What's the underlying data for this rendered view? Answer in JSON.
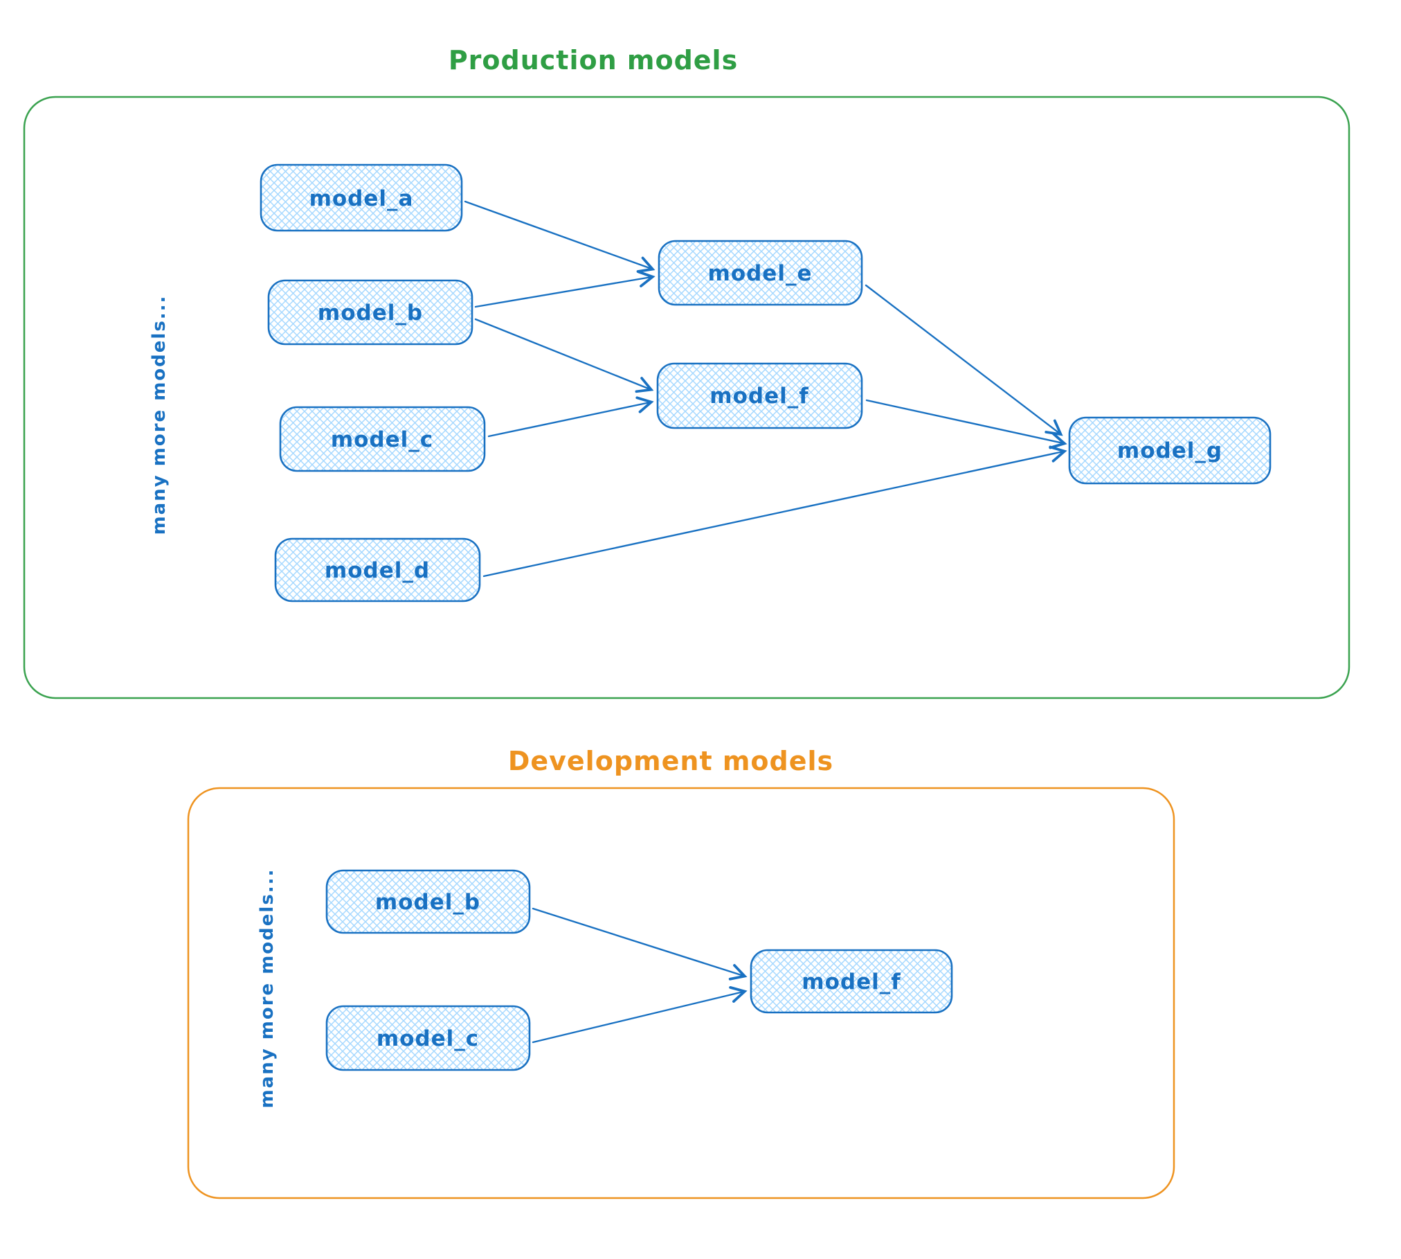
{
  "diagram": {
    "style": "hand-drawn-whiteboard",
    "node_style": {
      "stroke_color": "#1971c2",
      "fill_color": "#a5d8ff",
      "fill_style": "cross-hatch",
      "label_color": "#1971c2"
    },
    "sections": {
      "production": {
        "title": "Production models",
        "accent_color": "#2f9e44",
        "side_note": "many more models...",
        "nodes": [
          {
            "id": "model_a",
            "label": "model_a"
          },
          {
            "id": "model_b",
            "label": "model_b"
          },
          {
            "id": "model_c",
            "label": "model_c"
          },
          {
            "id": "model_d",
            "label": "model_d"
          },
          {
            "id": "model_e",
            "label": "model_e"
          },
          {
            "id": "model_f",
            "label": "model_f"
          },
          {
            "id": "model_g",
            "label": "model_g"
          }
        ],
        "edges": [
          {
            "from": "model_a",
            "to": "model_e"
          },
          {
            "from": "model_b",
            "to": "model_e"
          },
          {
            "from": "model_b",
            "to": "model_f"
          },
          {
            "from": "model_c",
            "to": "model_f"
          },
          {
            "from": "model_e",
            "to": "model_g"
          },
          {
            "from": "model_f",
            "to": "model_g"
          },
          {
            "from": "model_d",
            "to": "model_g"
          }
        ]
      },
      "development": {
        "title": "Development models",
        "accent_color": "#ee9320",
        "side_note": "many more models...",
        "nodes": [
          {
            "id": "model_b",
            "label": "model_b"
          },
          {
            "id": "model_c",
            "label": "model_c"
          },
          {
            "id": "model_f",
            "label": "model_f"
          }
        ],
        "edges": [
          {
            "from": "model_b",
            "to": "model_f"
          },
          {
            "from": "model_c",
            "to": "model_f"
          }
        ]
      }
    }
  }
}
